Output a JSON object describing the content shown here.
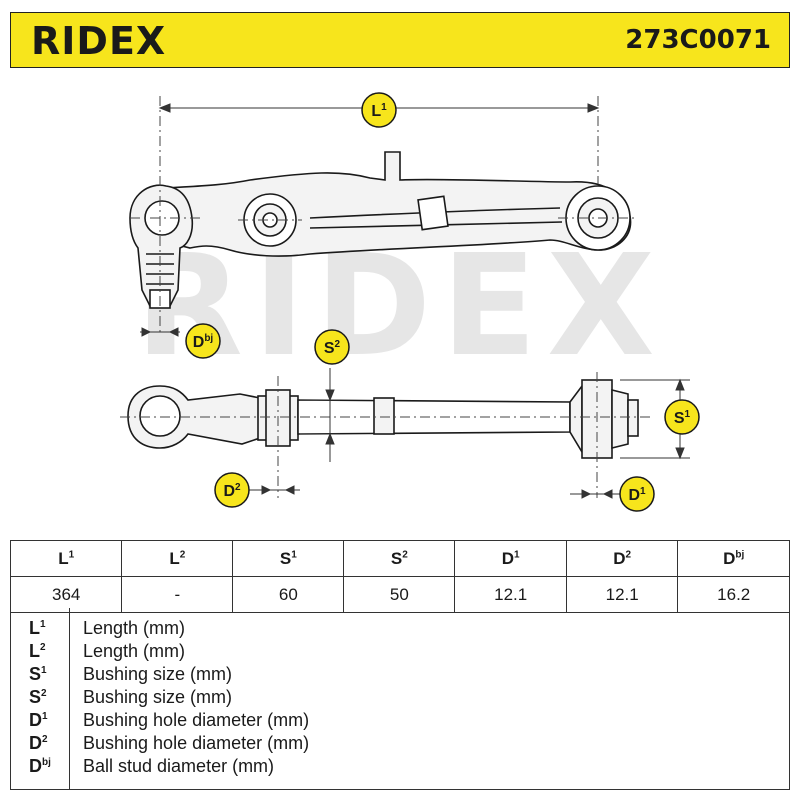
{
  "header": {
    "brand": "RIDEX",
    "part_number": "273C0071"
  },
  "drawing": {
    "watermark": "RIDEX",
    "labels": {
      "L1": {
        "base": "L",
        "sup": "1"
      },
      "Dbj": {
        "base": "D",
        "sup": "bj"
      },
      "S2": {
        "base": "S",
        "sup": "2"
      },
      "S1": {
        "base": "S",
        "sup": "1"
      },
      "D2": {
        "base": "D",
        "sup": "2"
      },
      "D1": {
        "base": "D",
        "sup": "1"
      }
    },
    "colors": {
      "label_bg": "#f7e51c",
      "watermark": "#e6e6e6"
    }
  },
  "specs": {
    "columns": [
      {
        "base": "L",
        "sup": "1"
      },
      {
        "base": "L",
        "sup": "2"
      },
      {
        "base": "S",
        "sup": "1"
      },
      {
        "base": "S",
        "sup": "2"
      },
      {
        "base": "D",
        "sup": "1"
      },
      {
        "base": "D",
        "sup": "2"
      },
      {
        "base": "D",
        "sup": "bj"
      }
    ],
    "values": [
      "364",
      "-",
      "60",
      "50",
      "12.1",
      "12.1",
      "16.2"
    ]
  },
  "legend": [
    {
      "base": "L",
      "sup": "1",
      "desc": "Length (mm)"
    },
    {
      "base": "L",
      "sup": "2",
      "desc": "Length (mm)"
    },
    {
      "base": "S",
      "sup": "1",
      "desc": "Bushing size (mm)"
    },
    {
      "base": "S",
      "sup": "2",
      "desc": "Bushing size (mm)"
    },
    {
      "base": "D",
      "sup": "1",
      "desc": "Bushing hole diameter (mm)"
    },
    {
      "base": "D",
      "sup": "2",
      "desc": "Bushing hole diameter (mm)"
    },
    {
      "base": "D",
      "sup": "bj",
      "desc": "Ball stud diameter (mm)"
    }
  ]
}
